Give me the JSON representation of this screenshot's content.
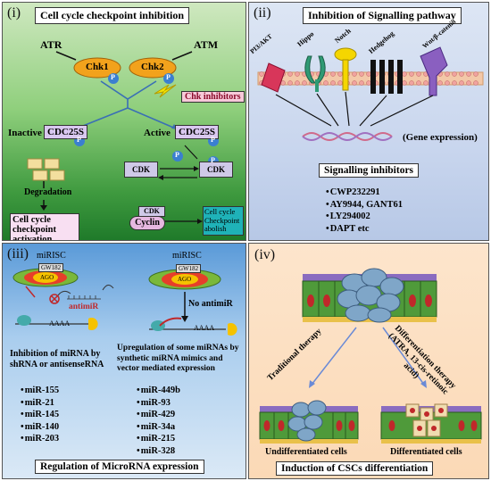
{
  "panels": {
    "i": {
      "number": "(i)",
      "title": "Cell cycle checkpoint inhibition",
      "atr": "ATR",
      "atm": "ATM",
      "chk1": "Chk1",
      "chk2": "Chk2",
      "p": "P",
      "chk_inhibitors": "Chk inhibitors",
      "inactive": "Inactive",
      "active": "Active",
      "cdc25s": "CDC25S",
      "degradation": "Degradation",
      "checkpoint_activation": "Cell cycle checkpoint activation",
      "cdk": "CDK",
      "cyclin": "Cyclin",
      "checkpoint_abolish": "Cell cycle Checkpoint abolish"
    },
    "ii": {
      "number": "(ii)",
      "title": "Inhibition of Signalling pathway",
      "pathways": [
        "PI3/AKT",
        "Hippo",
        "Notch",
        "Hedgehog",
        "Wnt/β-catenin"
      ],
      "gene_expression": "(Gene expression)",
      "inhibitors_title": "Signalling inhibitors",
      "inhibitors": [
        "CWP232291",
        "AY9944, GANT61",
        "LY294002",
        "DAPT etc"
      ]
    },
    "iii": {
      "number": "(iii)",
      "mirisc": "miRISC",
      "gw182": "GW182",
      "ago": "AGO",
      "antimir": "antimiR",
      "aaaa": "AAAA",
      "no_antimir": "No antimiR",
      "left_caption": "Inhibition of miRNA by shRNA or antisenseRNA",
      "right_caption": "Upregulation of some miRNAs by synthetic miRNA mimics and vector mediated expression",
      "left_list": [
        "miR-155",
        "miR-21",
        "miR-145",
        "miR-140",
        "miR-203"
      ],
      "right_list": [
        "miR-449b",
        "miR-93",
        "miR-429",
        "miR-34a",
        "miR-215",
        "miR-328"
      ],
      "footer": "Regulation of MicroRNA expression"
    },
    "iv": {
      "number": "(iv)",
      "traditional": "Traditional therapy",
      "differentiation": "Differentiation therapy (ATRA, 13-cis-retinoic acid)",
      "undifferentiated": "Undifferentiated cells",
      "differentiated": "Differentiated cells",
      "footer": "Induction of CSCs differentiation"
    }
  },
  "colors": {
    "chk_orange": "#f2a21c",
    "p_blue": "#3b7fd0",
    "cdc_purple": "#d9c8f0",
    "cdk_lavender": "#cfc9e8",
    "tumor_blue": "#7fa6c8",
    "cell_green": "#4f9a3a",
    "cell_purple": "#8a6cc0",
    "nucleus_red": "#c0282a"
  }
}
